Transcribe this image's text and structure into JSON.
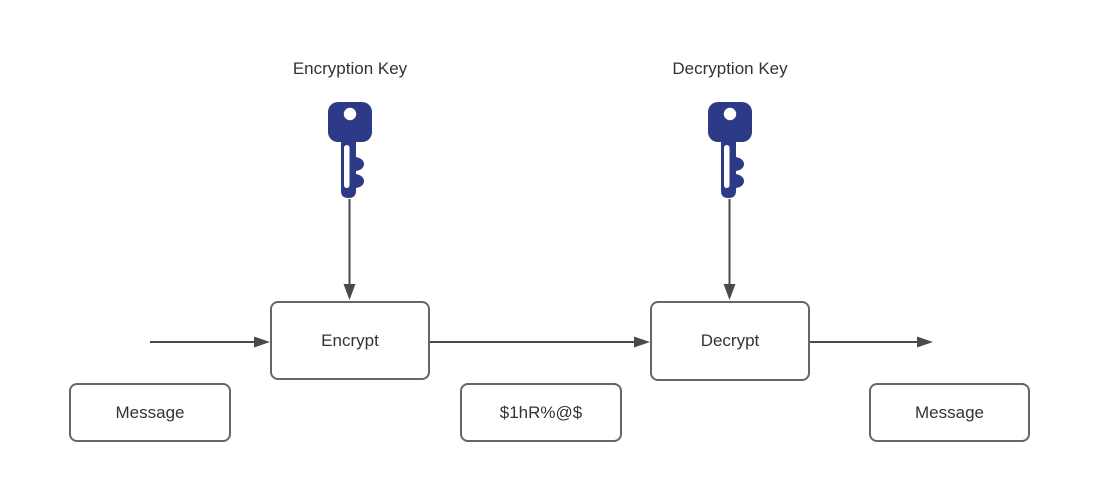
{
  "diagram": {
    "key_labels": [
      {
        "label": "Encryption Key"
      },
      {
        "label": "Decryption Key"
      }
    ],
    "process_boxes": [
      {
        "label": "Encrypt"
      },
      {
        "label": "Decrypt"
      }
    ],
    "data_boxes": [
      {
        "label": "Message"
      },
      {
        "label": "$1hR%@$"
      },
      {
        "label": "Message"
      }
    ],
    "icons": [
      {
        "name": "key-icon"
      },
      {
        "name": "key-icon"
      }
    ],
    "colors": {
      "key_fill": "#2d3a87",
      "box_border": "#666666",
      "arrow": "#4a4a4a",
      "text": "#333333",
      "background": "#ffffff"
    }
  }
}
